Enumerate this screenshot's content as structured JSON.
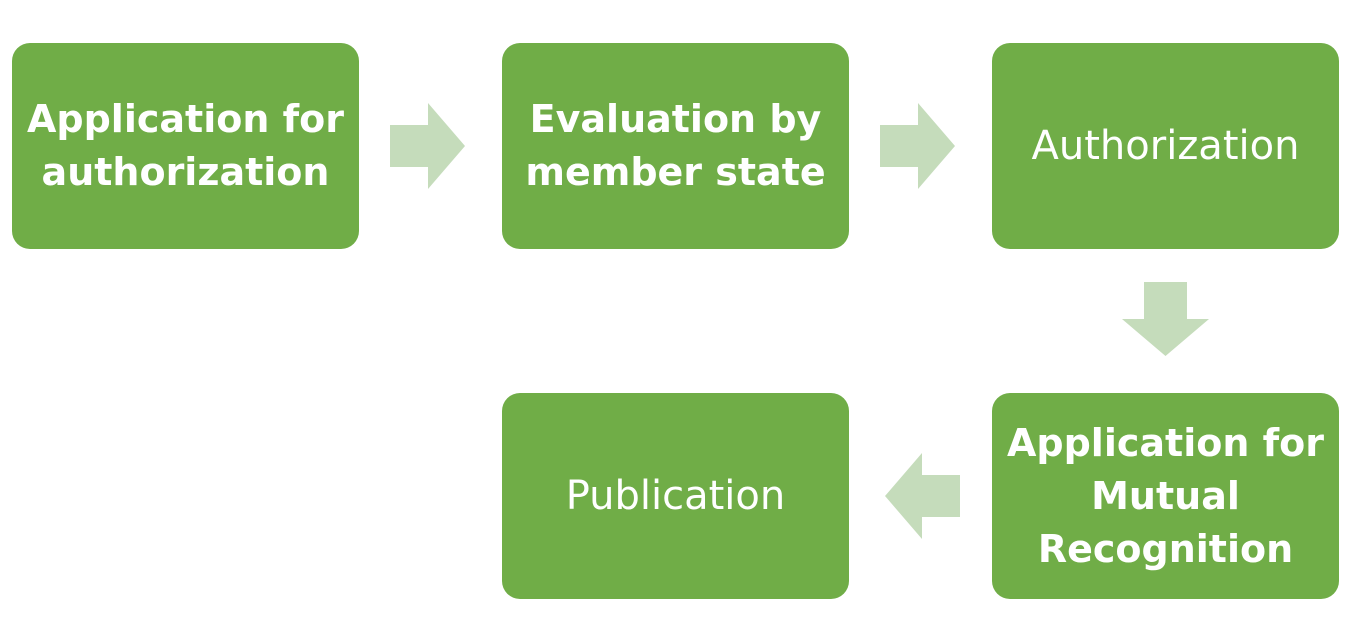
{
  "steps": {
    "application_for_authorization": "Application for authorization",
    "evaluation_by_member_state": "Evaluation by member state",
    "authorization": "Authorization",
    "application_for_mutual_recognition": "Application for Mutual Recognition",
    "publication": "Publication"
  },
  "colors": {
    "box_fill": "#70ad47",
    "arrow_fill": "#c5dcbb",
    "text": "#ffffff"
  },
  "icons": {
    "arrow_1": "arrow-right-icon",
    "arrow_2": "arrow-right-icon",
    "arrow_3": "arrow-down-icon",
    "arrow_4": "arrow-left-icon"
  }
}
